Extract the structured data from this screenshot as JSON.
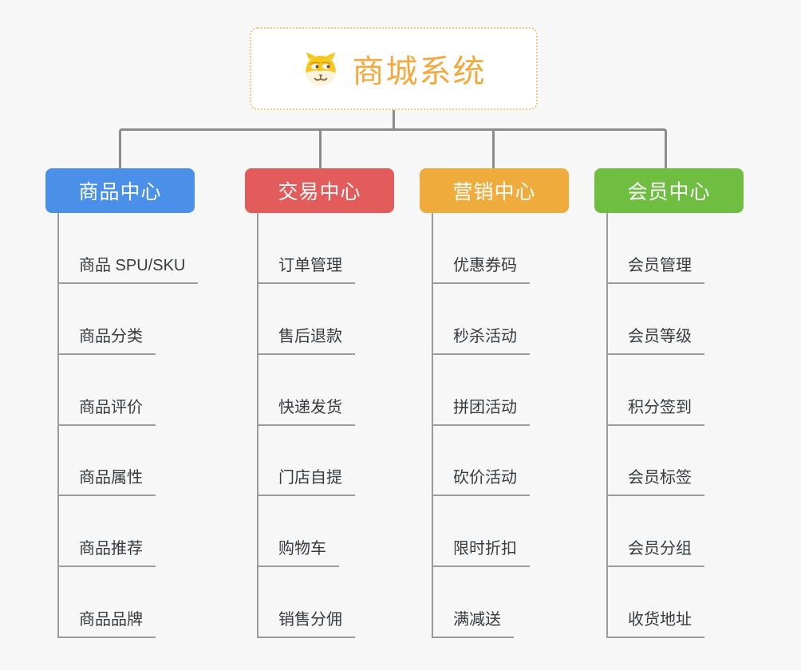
{
  "page": {
    "background": "#f7f7f7",
    "connector_color": "#8c8c8c"
  },
  "root": {
    "title": "商城系统",
    "icon": "doge-icon",
    "text_color": "#f2a93f",
    "border_color": "#f0c685"
  },
  "branches": [
    {
      "label": "商品中心",
      "color": "#4a90e9",
      "items": [
        "商品 SPU/SKU",
        "商品分类",
        "商品评价",
        "商品属性",
        "商品推荐",
        "商品品牌"
      ]
    },
    {
      "label": "交易中心",
      "color": "#e25c5c",
      "items": [
        "订单管理",
        "售后退款",
        "快递发货",
        "门店自提",
        "购物车",
        "销售分佣"
      ]
    },
    {
      "label": "营销中心",
      "color": "#efac3d",
      "items": [
        "优惠券码",
        "秒杀活动",
        "拼团活动",
        "砍价活动",
        "限时折扣",
        "满减送"
      ]
    },
    {
      "label": "会员中心",
      "color": "#6fbe41",
      "items": [
        "会员管理",
        "会员等级",
        "积分签到",
        "会员标签",
        "会员分组",
        "收货地址"
      ]
    }
  ]
}
